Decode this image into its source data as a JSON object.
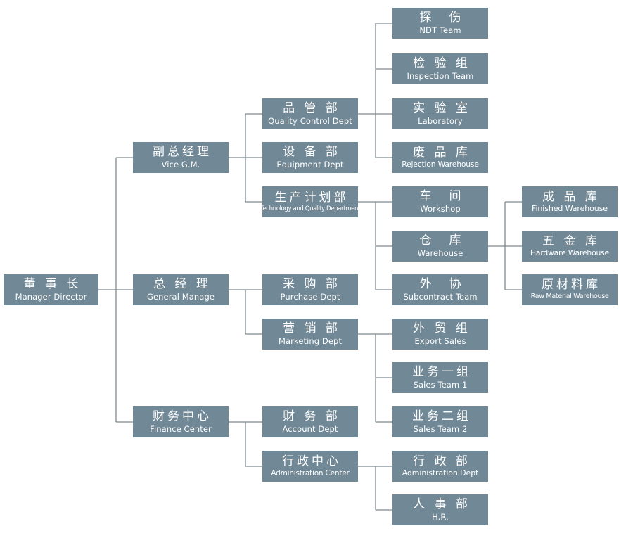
{
  "nodes": {
    "chairman": {
      "zh": "董 事 长",
      "en": "Manager Director"
    },
    "vice_gm": {
      "zh": "副总经理",
      "en": "Vice G.M."
    },
    "gm": {
      "zh": "总 经 理",
      "en": "General Manage"
    },
    "finance_center": {
      "zh": "财务中心",
      "en": "Finance Center"
    },
    "quality_control": {
      "zh": "品 管 部",
      "en": "Quality Control Dept"
    },
    "equipment": {
      "zh": "设 备 部",
      "en": "Equipment Dept"
    },
    "production": {
      "zh": "生产计划部",
      "en": "Technology and Quality Department"
    },
    "purchase": {
      "zh": "采 购 部",
      "en": "Purchase Dept"
    },
    "marketing": {
      "zh": "营 销 部",
      "en": "Marketing Dept"
    },
    "account": {
      "zh": "财 务 部",
      "en": "Account Dept"
    },
    "admin_center": {
      "zh": "行政中心",
      "en": "Administration Center"
    },
    "ndt": {
      "zh": "探　伤",
      "en": "NDT Team"
    },
    "inspection": {
      "zh": "检 验 组",
      "en": "Inspection Team"
    },
    "laboratory": {
      "zh": "实 验 室",
      "en": "Laboratory"
    },
    "rejection": {
      "zh": "废 品 库",
      "en": "Rejection Warehouse"
    },
    "workshop": {
      "zh": "车　间",
      "en": "Workshop"
    },
    "warehouse": {
      "zh": "仓　库",
      "en": "Warehouse"
    },
    "subcontract": {
      "zh": "外　协",
      "en": "Subcontract Team"
    },
    "export": {
      "zh": "外 贸 组",
      "en": "Export Sales"
    },
    "sales1": {
      "zh": "业务一组",
      "en": "Sales Team 1"
    },
    "sales2": {
      "zh": "业务二组",
      "en": "Sales Team 2"
    },
    "admin_dept": {
      "zh": "行 政 部",
      "en": "Administration Dept"
    },
    "hr": {
      "zh": "人 事 部",
      "en": "H.R."
    },
    "finished": {
      "zh": "成 品 库",
      "en": "Finished Warehouse"
    },
    "hardware": {
      "zh": "五 金 库",
      "en": "Hardware Warehouse"
    },
    "raw_material": {
      "zh": "原材料库",
      "en": "Raw Material Warehouse"
    }
  },
  "edges": [
    [
      "chairman",
      [
        "vice_gm",
        "gm",
        "finance_center"
      ]
    ],
    [
      "vice_gm",
      [
        "quality_control",
        "equipment",
        "production"
      ]
    ],
    [
      "gm",
      [
        "purchase",
        "marketing"
      ]
    ],
    [
      "finance_center",
      [
        "account",
        "admin_center"
      ]
    ],
    [
      "quality_control",
      [
        "ndt",
        "inspection",
        "laboratory",
        "rejection"
      ]
    ],
    [
      "production",
      [
        "workshop",
        "warehouse",
        "subcontract"
      ]
    ],
    [
      "marketing",
      [
        "export",
        "sales1",
        "sales2"
      ]
    ],
    [
      "admin_center",
      [
        "admin_dept",
        "hr"
      ]
    ],
    [
      "warehouse",
      [
        "finished",
        "hardware",
        "raw_material"
      ]
    ]
  ],
  "colors": {
    "box": "#718896",
    "line": "#7f8a90",
    "text": "#ffffff"
  }
}
